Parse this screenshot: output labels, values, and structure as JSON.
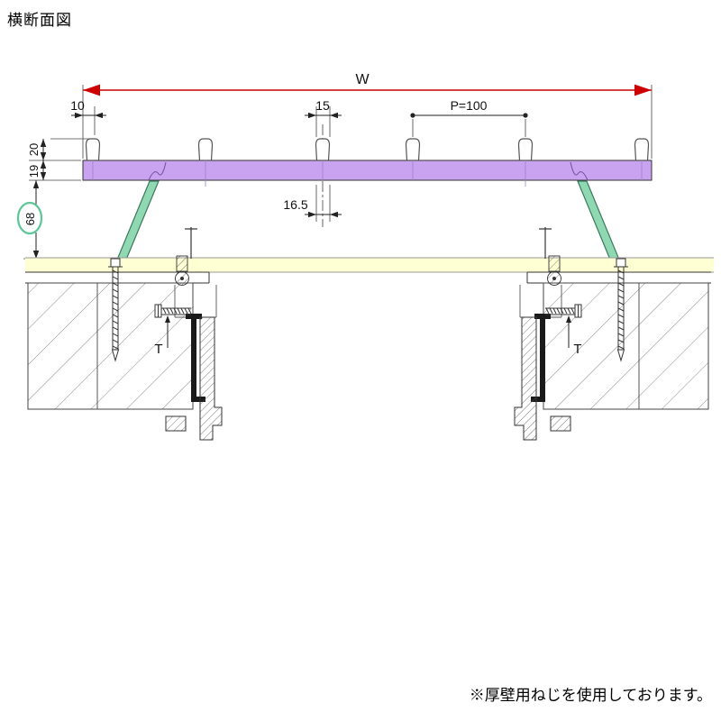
{
  "title": "横断面図",
  "note": "※厚壁用ねじを使用しております。",
  "labels": {
    "w": "W",
    "offset10": "10",
    "clip_width15": "15",
    "pitch": "P=100",
    "clip_height20": "20",
    "rail_thickness19": "19",
    "bracket_height68": "68",
    "center_offset165": "16.5",
    "t_left": "T",
    "t_right": "T"
  },
  "colors": {
    "dimension_red": "#cc0000",
    "rail_purple": "#c9a3ef",
    "bracket_green": "#8fd8b2",
    "band_yellow": "#ffffd4",
    "highlight_green": "#5cc695"
  }
}
